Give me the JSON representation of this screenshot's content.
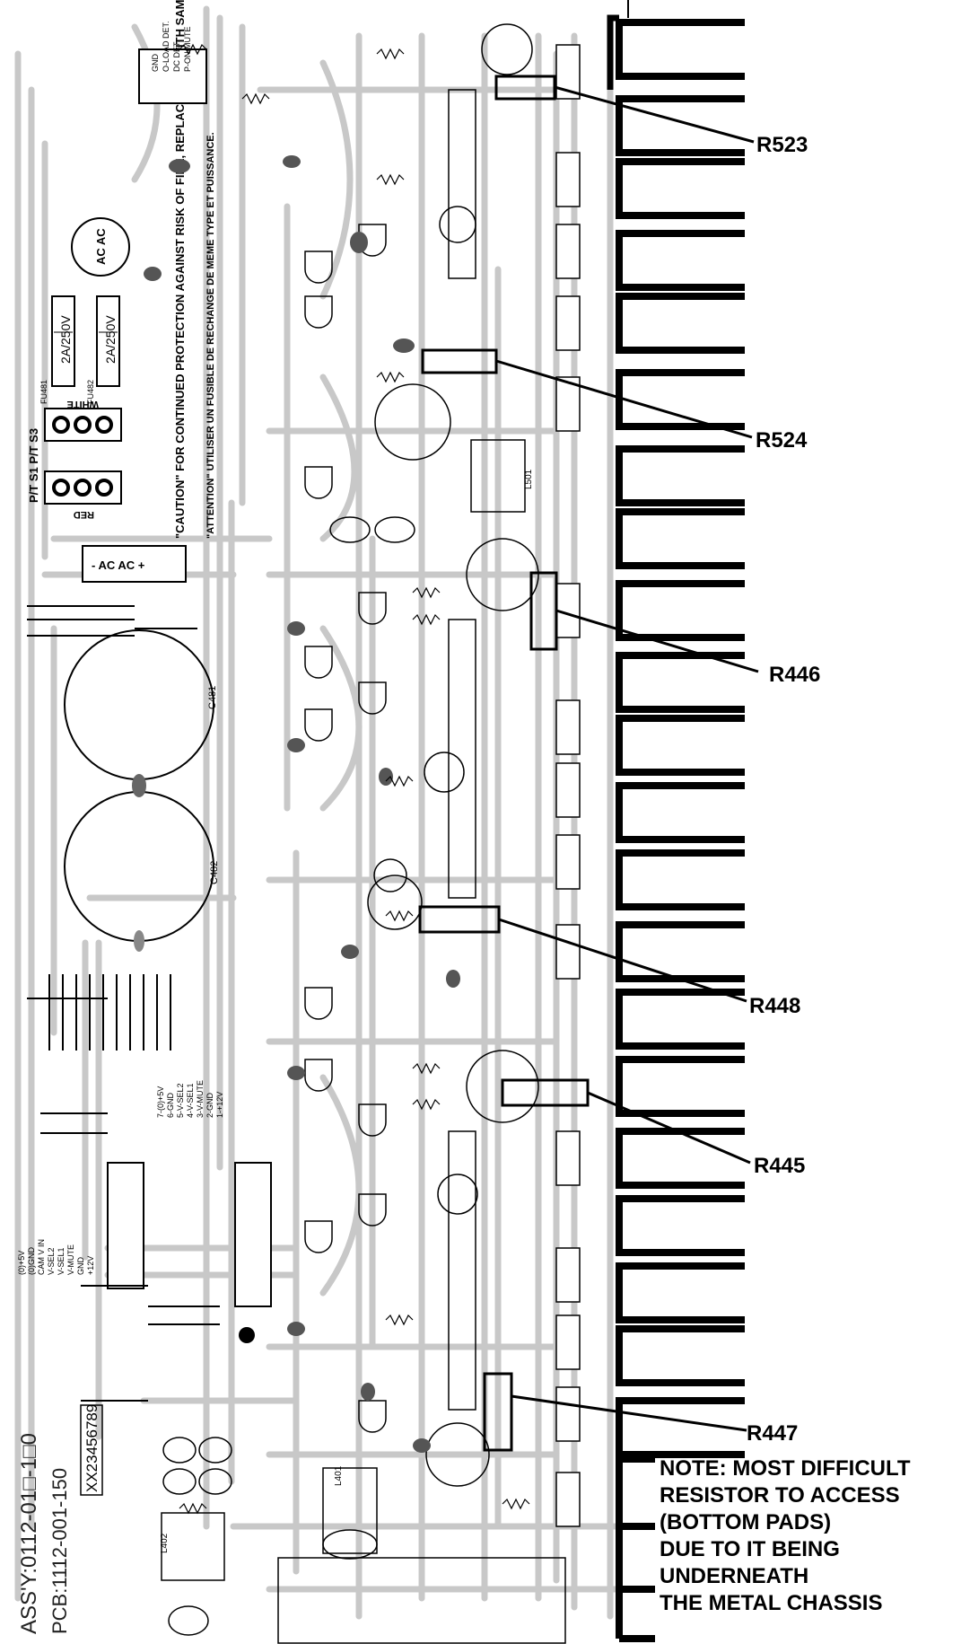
{
  "callouts": {
    "r523": "R523",
    "r524": "R524",
    "r446": "R446",
    "r448": "R448",
    "r445": "R445",
    "r447": "R447"
  },
  "note_lines": [
    "NOTE:  MOST DIFFICULT",
    "RESISTOR TO ACCESS",
    "(BOTTOM PADS)",
    "DUE TO IT BEING",
    "UNDERNEATH",
    "THE METAL CHASSIS"
  ],
  "board_text": {
    "assy": "ASS'Y:0112-01□-1□0",
    "pcb": "PCB:1112-001-150",
    "options": "XX23456789",
    "fuse_rating_1": "2A/250V",
    "fuse_rating_2": "2A/250V",
    "fuse_1": "FU481",
    "fuse_2": "FU482",
    "caution": "\"CAUTION\" FOR CONTINUED PROTECTION AGAINST RISK OF FIRE, REPLACE ONLY WITH SAME TYPE AND RATINGS OF FUSE.",
    "attention": "\"ATTENTION\" UTILISER UN FUSIBLE DE RECHANGE DE MEME TYPE ET PUISSANCE.",
    "white": "WHITE",
    "red": "RED",
    "pts": "P/T S1 P/T S3",
    "ac_top": "AC AC",
    "ac_bottom": "- AC AC +",
    "c481": "C481",
    "c482": "C482",
    "l401": "L401",
    "l402": "L402",
    "l501": "L501",
    "cn_labels_left": [
      "+12V",
      "GND",
      "V-MUTE",
      "V-SEL1",
      "V-SEL2",
      "CAM V IN",
      "(0)GND",
      "(0)+5V"
    ],
    "cn_labels_right": [
      "1-+12V",
      "2-GND",
      "3-V-MUTE",
      "4-V-SEL1",
      "5-V-SEL2",
      "6-GND",
      "7-(0)+5V"
    ],
    "top_connector": [
      "GND",
      "O-LOAD DET.",
      "DC DET.",
      "P-ON/MUTE"
    ]
  },
  "colors": {
    "trace": "#c6c6c6",
    "ink": "#000000",
    "callout_box": "#000000"
  }
}
